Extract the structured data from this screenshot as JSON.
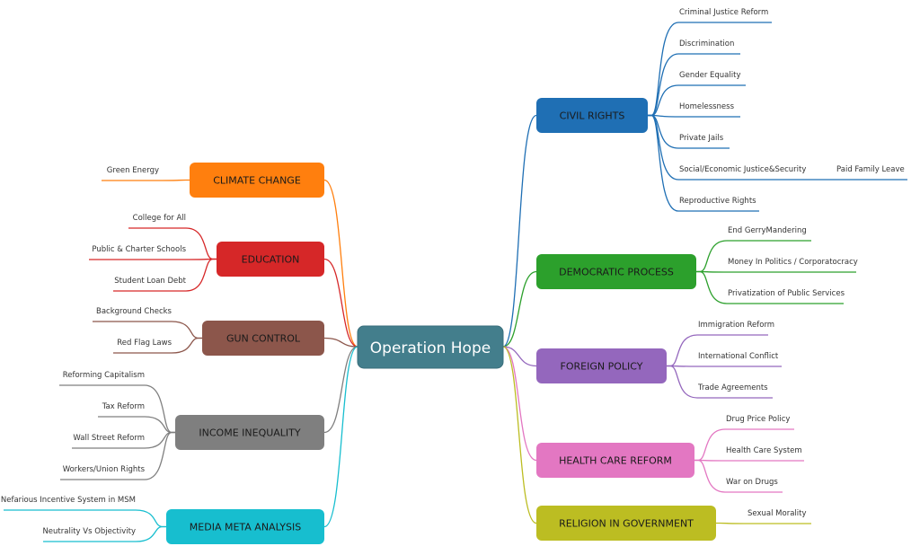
{
  "center": {
    "label": "Operation Hope",
    "color": "#437e8c"
  },
  "topics": [
    {
      "label": "CIVIL RIGHTS",
      "color": "#1f6fb4",
      "children": [
        {
          "label": "Criminal Justice Reform"
        },
        {
          "label": "Discrimination"
        },
        {
          "label": "Gender Equality"
        },
        {
          "label": "Homelessness"
        },
        {
          "label": "Private Jails"
        },
        {
          "label": "Social/Economic Justice&Security",
          "children": [
            {
              "label": "Paid Family Leave"
            }
          ]
        },
        {
          "label": "Reproductive Rights"
        }
      ]
    },
    {
      "label": "DEMOCRATIC PROCESS",
      "color": "#2ca02c",
      "children": [
        {
          "label": "End GerryMandering"
        },
        {
          "label": "Money In Politics / Corporatocracy"
        },
        {
          "label": "Privatization of Public Services"
        }
      ]
    },
    {
      "label": "FOREIGN POLICY",
      "color": "#9467bd",
      "children": [
        {
          "label": "Immigration Reform"
        },
        {
          "label": "International Conflict"
        },
        {
          "label": "Trade Agreements"
        }
      ]
    },
    {
      "label": "HEALTH CARE REFORM",
      "color": "#e377c2",
      "children": [
        {
          "label": "Drug Price Policy"
        },
        {
          "label": "Health Care System"
        },
        {
          "label": "War on Drugs"
        }
      ]
    },
    {
      "label": "RELIGION IN GOVERNMENT",
      "color": "#bcbd22",
      "children": [
        {
          "label": "Sexual Morality"
        }
      ]
    },
    {
      "label": "CLIMATE CHANGE",
      "color": "#ff7f0e",
      "children": [
        {
          "label": "Green Energy"
        }
      ]
    },
    {
      "label": "EDUCATION",
      "color": "#d62728",
      "children": [
        {
          "label": "College for All"
        },
        {
          "label": "Public & Charter Schools"
        },
        {
          "label": "Student Loan Debt"
        }
      ]
    },
    {
      "label": "GUN CONTROL",
      "color": "#8c564b",
      "children": [
        {
          "label": "Background Checks"
        },
        {
          "label": "Red Flag Laws"
        }
      ]
    },
    {
      "label": "INCOME INEQUALITY",
      "color": "#7f7f7f",
      "children": [
        {
          "label": "Reforming Capitalism"
        },
        {
          "label": "Tax Reform"
        },
        {
          "label": "Wall Street Reform"
        },
        {
          "label": "Workers/Union Rights"
        }
      ]
    },
    {
      "label": "MEDIA META ANALYSIS",
      "color": "#17becf",
      "children": [
        {
          "label": "Nefarious Incentive System in MSM"
        },
        {
          "label": "Neutrality Vs Objectivity"
        }
      ]
    }
  ]
}
